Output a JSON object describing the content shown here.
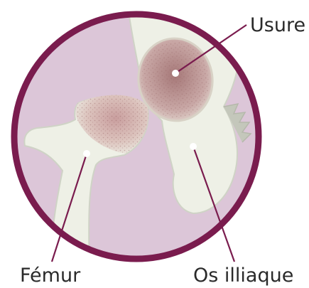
{
  "labels": {
    "usure": "Usure",
    "femur": "Fémur",
    "os_iliaque": "Os illiaque"
  },
  "colors": {
    "ring": "#7a1c4e",
    "background_disc": "#dcc6d8",
    "bone": "#eef0e6",
    "bone_shade": "#cfd3c6",
    "wear_area": "#b89393",
    "leader_line": "#7a1c4e",
    "dot": "#ffffff"
  }
}
